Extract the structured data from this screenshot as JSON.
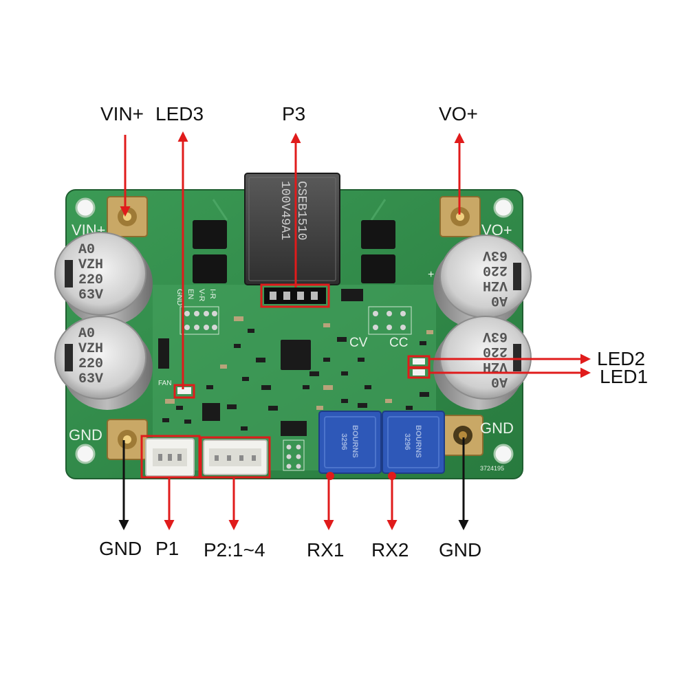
{
  "labels": {
    "vin_plus": "VIN+",
    "led3": "LED3",
    "p3": "P3",
    "vo_plus": "VO+",
    "led2": "LED2",
    "led1": "LED1",
    "gnd_left": "GND",
    "p1": "P1",
    "p2": "P2:1~4",
    "rx1": "RX1",
    "rx2": "RX2",
    "gnd_right": "GND"
  },
  "board_silkscreen": {
    "vin": "VIN+",
    "vo": "VO+",
    "gnd_left": "GND",
    "gnd_right": "GND",
    "p3_pins": [
      "GND",
      "EN",
      "V-R",
      "I-R"
    ],
    "fan": "FAN",
    "cv": "CV",
    "cc": "CC",
    "plus": "+",
    "serial": "3724195"
  },
  "components": {
    "inductor_lines": [
      "CSEB1510",
      "100V49A1"
    ],
    "capacitor_lines": [
      "A0",
      "VZH",
      "220",
      "63V"
    ],
    "potentiometer_lines": [
      "BOURNS",
      "3296"
    ]
  },
  "colors": {
    "board": "#2f8a48",
    "arrow_red": "#e01b1b",
    "arrow_black": "#111111",
    "potentiometer": "#2e58b8",
    "terminal": "#c8a35a"
  }
}
